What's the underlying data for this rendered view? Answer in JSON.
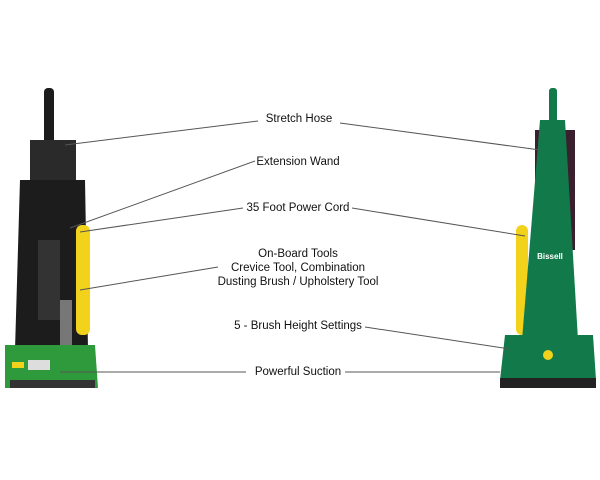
{
  "callouts": {
    "stretch_hose": "Stretch Hose",
    "extension_wand": "Extension Wand",
    "power_cord": "35 Foot Power Cord",
    "onboard_tools": [
      "On-Board Tools",
      "Crevice Tool, Combination",
      "Dusting Brush / Upholstery Tool"
    ],
    "brush_height": "5 - Brush Height Settings",
    "suction": "Powerful Suction"
  },
  "logo_text": "Bissell",
  "colors": {
    "body_green": "#127a4a",
    "base_green": "#2e9a3c",
    "cord_yellow": "#f2d21a",
    "body_black": "#1c1c1c"
  }
}
